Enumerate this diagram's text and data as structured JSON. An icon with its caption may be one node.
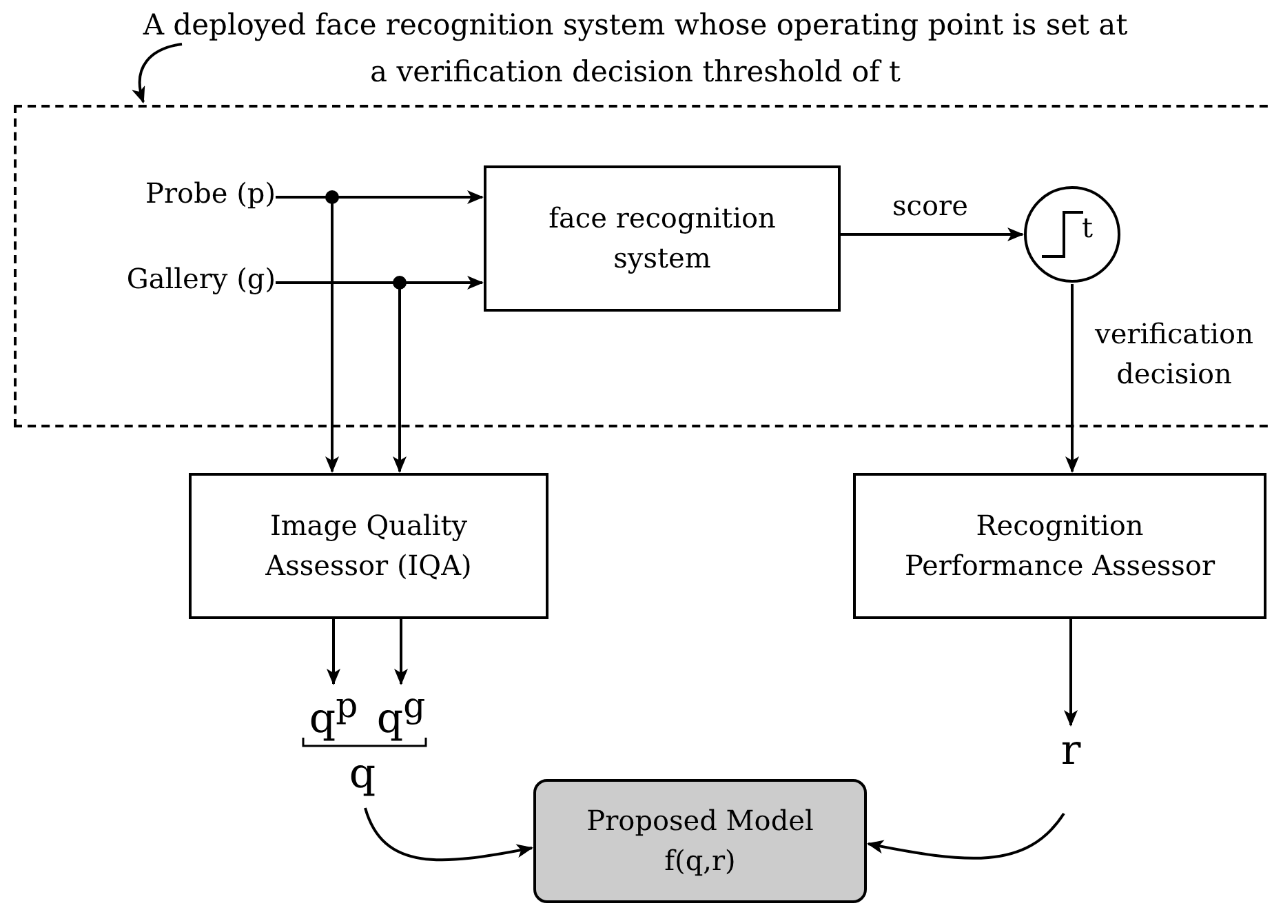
{
  "diagram": {
    "nodes": [
      {
        "text": [
          "A deployed face recognition system whose operating point is set at a verification decision threshold of t"
        ]
      },
      {
        "text": [
          "Probe (p)"
        ],
        "in": 0
      },
      {
        "text": [
          "Gallery (g)"
        ],
        "in": 0
      },
      {
        "text": [
          "face recognition system"
        ],
        "in": 0
      },
      {
        "text": [
          "t"
        ],
        "in": 0
      },
      {
        "text": [
          "Image Quality Assessor (IQA)"
        ]
      },
      {
        "text": [
          "Recognition Performance Assessor"
        ]
      },
      {
        "text": [
          "q$^{p}$"
        ]
      },
      {
        "text": [
          "q$^{g}$"
        ]
      },
      {
        "text": [
          "q"
        ]
      },
      {
        "text": [
          "r"
        ]
      },
      {
        "text": [
          "Proposed Model f(q,r)"
        ]
      }
    ],
    "edges": [
      {
        "from": 1,
        "to": 3,
        "arrow": "to"
      },
      {
        "from": 1,
        "to": 5,
        "arrow": "to"
      },
      {
        "from": 2,
        "to": 3,
        "arrow": "to"
      },
      {
        "from": 2,
        "to": 5,
        "arrow": "to"
      },
      {
        "from": 3,
        "to": 4,
        "arrow": "to",
        "label": "score"
      },
      {
        "from": 4,
        "to": 6,
        "arrow": "to",
        "label": "verification decision"
      },
      {
        "from": 5,
        "to": 7,
        "arrow": "to"
      },
      {
        "from": 5,
        "to": 8,
        "arrow": "to"
      },
      {
        "from": 6,
        "to": 10,
        "arrow": "to"
      },
      {
        "from": 9,
        "to": 11,
        "arrow": "to"
      },
      {
        "from": 10,
        "to": 11,
        "arrow": "to"
      },
      {
        "from": null,
        "to": 0,
        "arrow": "to"
      }
    ]
  }
}
